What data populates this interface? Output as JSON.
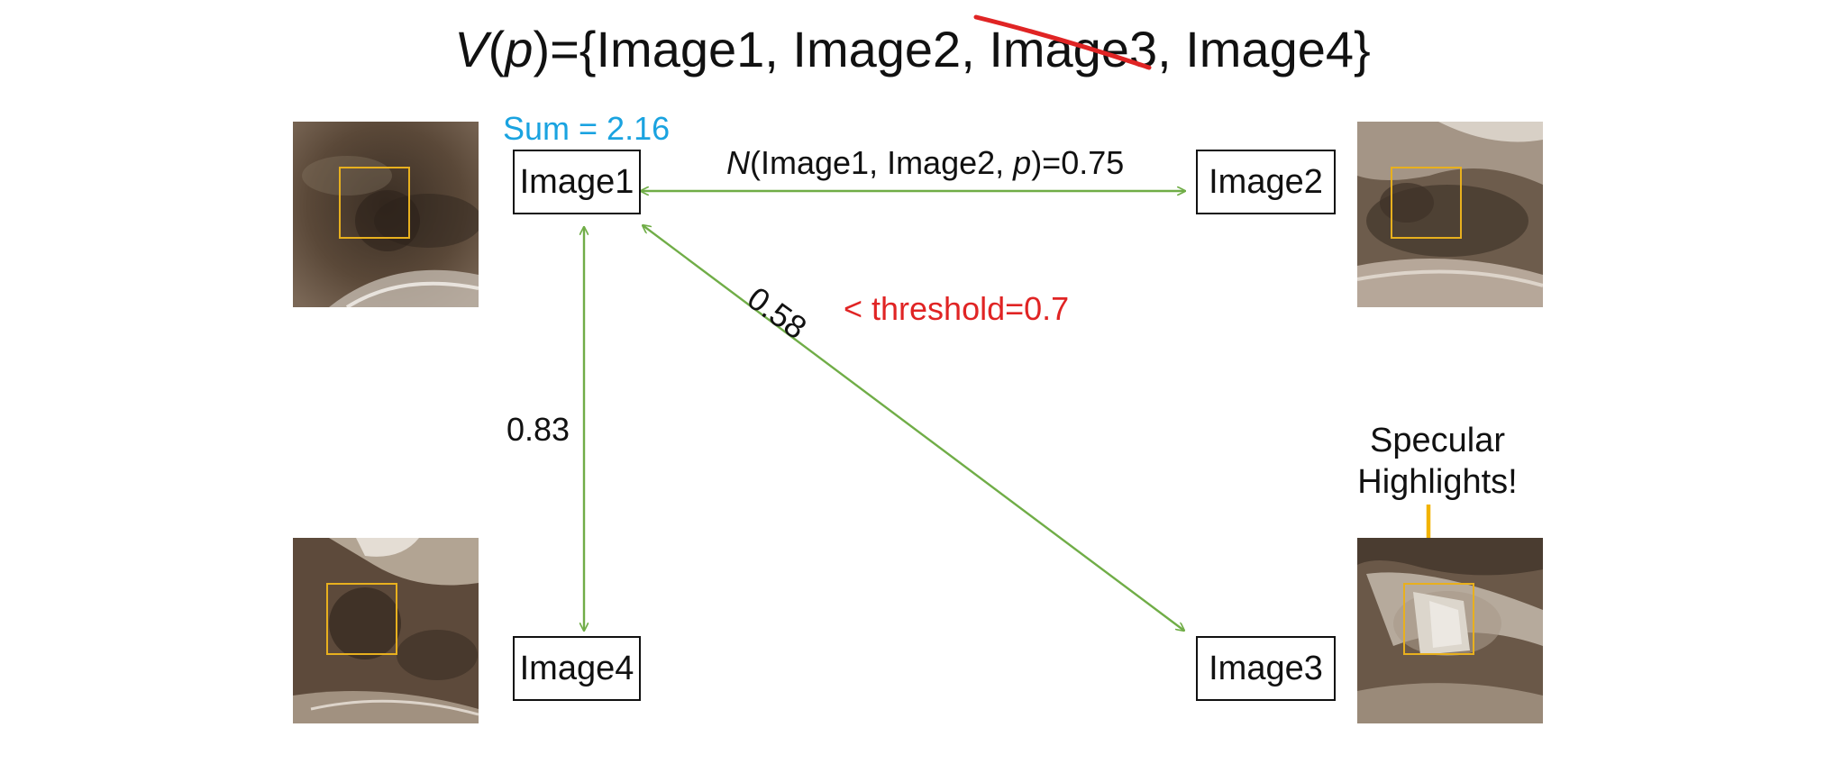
{
  "title": {
    "lhs_var": "V",
    "lhs_open": "(",
    "lhs_arg": "p",
    "lhs_close": ")",
    "set_open": "={Image1, Image2, ",
    "struck_item": "Image3",
    "set_close": ", Image4}"
  },
  "nodes": {
    "image1": "Image1",
    "image2": "Image2",
    "image3": "Image3",
    "image4": "Image4"
  },
  "sum_label": "Sum = 2.16",
  "edges": {
    "e12": {
      "func": "N",
      "open": "(Image1, Image2, ",
      "arg": "p",
      "close": ")=0.75"
    },
    "e14": "0.83",
    "e13": "0.58",
    "threshold": "< threshold=0.7"
  },
  "callout": {
    "line1": "Specular",
    "line2": "Highlights!"
  },
  "colors": {
    "edge": "#70ad47",
    "sum": "#1aa3e0",
    "reject": "#e02424",
    "box": "#e8b01e",
    "arrow": "#f2b300"
  }
}
